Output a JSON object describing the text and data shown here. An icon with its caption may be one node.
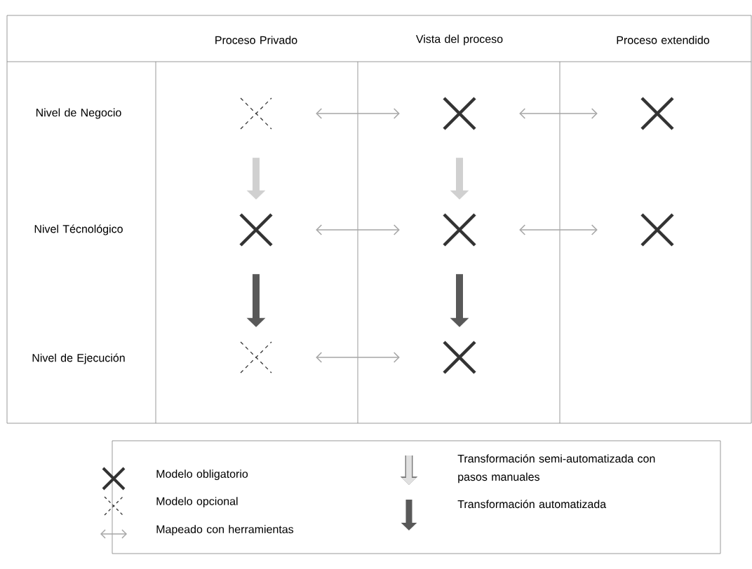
{
  "diagram": {
    "nodes": [
      {
        "text": [],
        "shape": "dashed-cross"
      },
      {
        "text": [],
        "shape": "cross"
      },
      {
        "text": [],
        "shape": "cross"
      },
      {
        "text": [],
        "shape": "cross"
      },
      {
        "text": [],
        "shape": "cross"
      },
      {
        "text": [],
        "shape": "cross"
      },
      {
        "text": [],
        "shape": "dashed-cross"
      },
      {
        "text": [],
        "shape": "cross"
      }
    ],
    "edges": [
      {
        "from": 0,
        "to": 1,
        "arrow": "both"
      },
      {
        "from": 1,
        "to": 2,
        "arrow": "both"
      },
      {
        "from": 0,
        "to": 3,
        "arrow": "to",
        "style": "thick",
        "color": "#d0d0d0"
      },
      {
        "from": 1,
        "to": 4,
        "arrow": "to",
        "style": "thick",
        "color": "#d0d0d0"
      },
      {
        "from": 3,
        "to": 4,
        "arrow": "both"
      },
      {
        "from": 4,
        "to": 5,
        "arrow": "both"
      },
      {
        "from": 3,
        "to": 6,
        "arrow": "to",
        "style": "thick",
        "color": "#595959"
      },
      {
        "from": 4,
        "to": 7,
        "arrow": "to",
        "style": "thick",
        "color": "#595959"
      },
      {
        "from": 6,
        "to": 7,
        "arrow": "both"
      }
    ],
    "labels": [
      "Proceso Privado",
      "Vista del proceso",
      "Proceso extendido",
      "Nivel de Negocio",
      "Nivel Técnológico",
      "Nivel de Ejecución"
    ],
    "legend": [
      {
        "text": "Modelo obligatorio"
      },
      {
        "text": "Modelo opcional"
      },
      {
        "text": "Mapeado con herramientas"
      },
      {
        "text": "Transformación semi-automatizada con pasos manuales"
      },
      {
        "text": "Transformación automatizada"
      }
    ]
  }
}
